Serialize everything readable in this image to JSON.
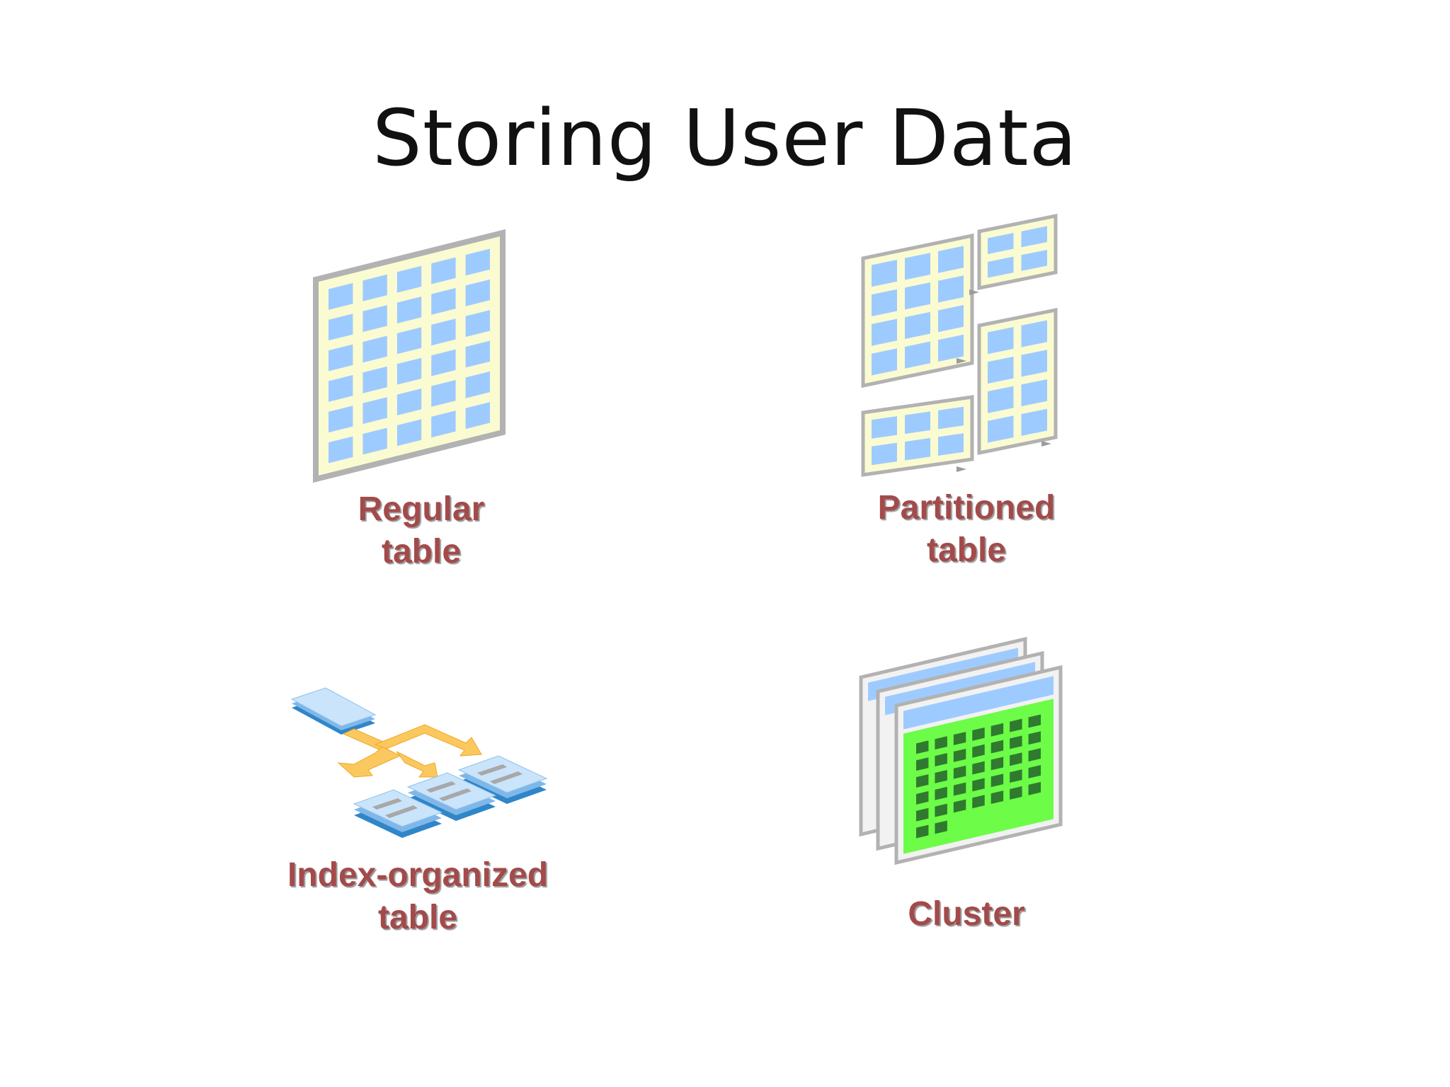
{
  "title": "Storing User Data",
  "colors": {
    "text": "#111111",
    "caption": "#a34a4a",
    "frame_gray": "#b2b2b2",
    "cream": "#fbfbd2",
    "cell_blue": "#9ecbff",
    "green": "#6dfc47",
    "green_dark": "#2f7a2f",
    "arrow_orange": "#fbc860",
    "layer_blue": "#2f86c9",
    "layer_light": "#c9e4fb"
  },
  "figures": [
    {
      "id": "regular",
      "caption_line1": "Regular",
      "caption_line2": "table",
      "icon": "grid-table-icon"
    },
    {
      "id": "partitioned",
      "caption_line1": "Partitioned",
      "caption_line2": "table",
      "icon": "partitioned-table-icon"
    },
    {
      "id": "iot",
      "caption_line1": "Index-organized",
      "caption_line2": "table",
      "icon": "index-tree-icon"
    },
    {
      "id": "cluster",
      "caption_line1": "Cluster",
      "caption_line2": "",
      "icon": "stacked-tables-icon"
    }
  ]
}
